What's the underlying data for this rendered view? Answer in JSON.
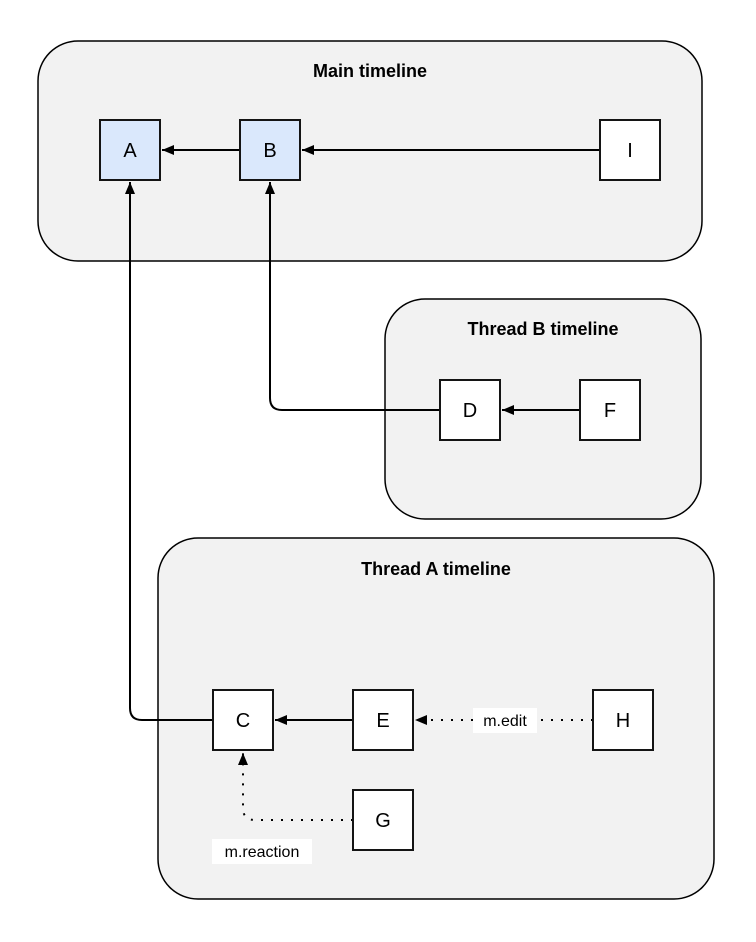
{
  "diagram": {
    "containers": [
      {
        "title": "Main timeline"
      },
      {
        "title": "Thread B timeline"
      },
      {
        "title": "Thread A timeline"
      }
    ],
    "nodes": [
      {
        "label": "A",
        "timeline": "Main timeline",
        "highlighted": true
      },
      {
        "label": "B",
        "timeline": "Main timeline",
        "highlighted": true
      },
      {
        "label": "I",
        "timeline": "Main timeline",
        "highlighted": false
      },
      {
        "label": "D",
        "timeline": "Thread B timeline",
        "highlighted": false
      },
      {
        "label": "F",
        "timeline": "Thread B timeline",
        "highlighted": false
      },
      {
        "label": "C",
        "timeline": "Thread A timeline",
        "highlighted": false
      },
      {
        "label": "E",
        "timeline": "Thread A timeline",
        "highlighted": false
      },
      {
        "label": "H",
        "timeline": "Thread A timeline",
        "highlighted": false
      },
      {
        "label": "G",
        "timeline": "Thread A timeline",
        "highlighted": false
      }
    ],
    "edges": [
      {
        "from": "B",
        "to": "A",
        "style": "solid",
        "label": ""
      },
      {
        "from": "I",
        "to": "B",
        "style": "solid",
        "label": ""
      },
      {
        "from": "F",
        "to": "D",
        "style": "solid",
        "label": ""
      },
      {
        "from": "D",
        "to": "B",
        "style": "solid",
        "label": ""
      },
      {
        "from": "E",
        "to": "C",
        "style": "solid",
        "label": ""
      },
      {
        "from": "C",
        "to": "A",
        "style": "solid",
        "label": ""
      },
      {
        "from": "H",
        "to": "E",
        "style": "dotted",
        "label": "m.edit"
      },
      {
        "from": "G",
        "to": "C",
        "style": "dotted",
        "label": "m.reaction"
      }
    ],
    "colors": {
      "container_fill": "#f2f2f2",
      "node_fill": "#ffffff",
      "highlight_fill": "#dae8fc",
      "stroke": "#000000"
    }
  }
}
